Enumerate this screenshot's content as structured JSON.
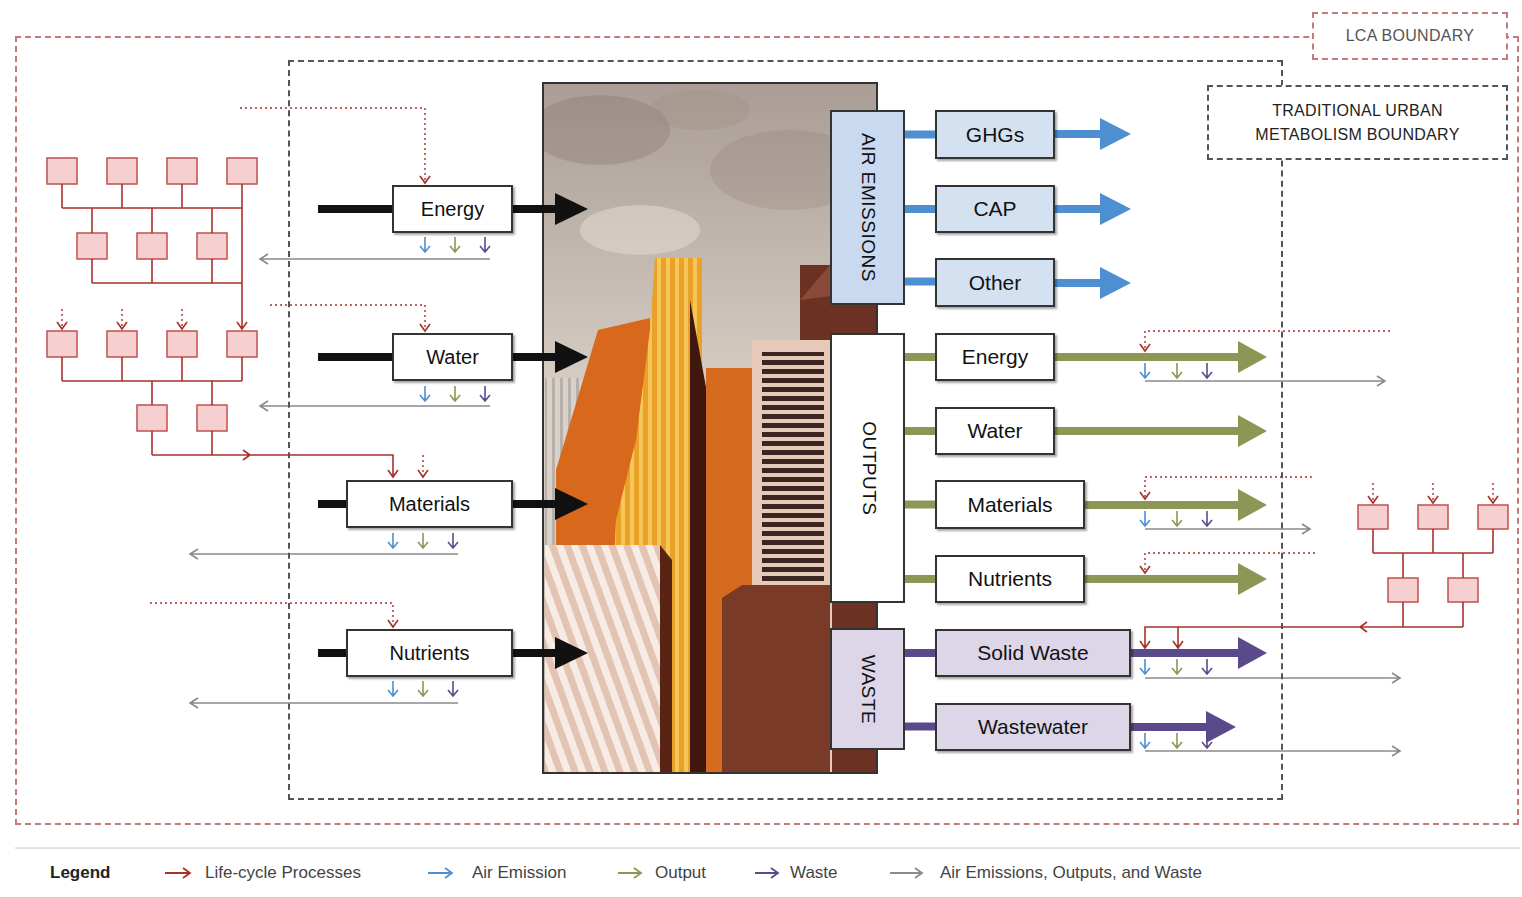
{
  "diagram": {
    "nodes": [
      {
        "text": [
          "LCA BOUNDARY"
        ]
      },
      {
        "text": [
          "TRADITIONAL URBAN METABOLISM BOUNDARY"
        ],
        "in": 0
      },
      {
        "text": [
          "Energy"
        ],
        "in": 1
      },
      {
        "text": [
          "Water"
        ],
        "in": 1
      },
      {
        "text": [
          "Materials"
        ],
        "in": 1
      },
      {
        "text": [
          "Nutrients"
        ],
        "in": 1
      },
      {
        "text": [
          "AIR EMISSIONS"
        ],
        "in": 1
      },
      {
        "text": [
          "GHGs"
        ],
        "in": 1
      },
      {
        "text": [
          "CAP"
        ],
        "in": 1
      },
      {
        "text": [
          "Other"
        ],
        "in": 1
      },
      {
        "text": [
          "OUTPUTS"
        ],
        "in": 1
      },
      {
        "text": [
          "Energy"
        ],
        "in": 1
      },
      {
        "text": [
          "Water"
        ],
        "in": 1
      },
      {
        "text": [
          "Materials"
        ],
        "in": 1
      },
      {
        "text": [
          "Nutrients"
        ],
        "in": 1
      },
      {
        "text": [
          "WASTE"
        ],
        "in": 1
      },
      {
        "text": [
          "Solid Waste"
        ],
        "in": 1
      },
      {
        "text": [
          "Wastewater"
        ],
        "in": 1
      }
    ],
    "edges": [
      {
        "from": 6,
        "to": 7,
        "arrow": "none"
      },
      {
        "from": 6,
        "to": 8,
        "arrow": "none"
      },
      {
        "from": 6,
        "to": 9,
        "arrow": "none"
      },
      {
        "from": 10,
        "to": 11,
        "arrow": "none"
      },
      {
        "from": 10,
        "to": 12,
        "arrow": "none"
      },
      {
        "from": 10,
        "to": 13,
        "arrow": "none"
      },
      {
        "from": 10,
        "to": 14,
        "arrow": "none"
      },
      {
        "from": 15,
        "to": 16,
        "arrow": "none"
      },
      {
        "from": 15,
        "to": 17,
        "arrow": "none"
      }
    ],
    "labels": [
      "Legend"
    ],
    "legend": [
      {
        "text": "Life-cycle Processes"
      },
      {
        "text": "Air Emission"
      },
      {
        "text": "Output"
      },
      {
        "text": "Waste"
      },
      {
        "text": "Air Emissions, Outputs, and Waste"
      }
    ]
  }
}
